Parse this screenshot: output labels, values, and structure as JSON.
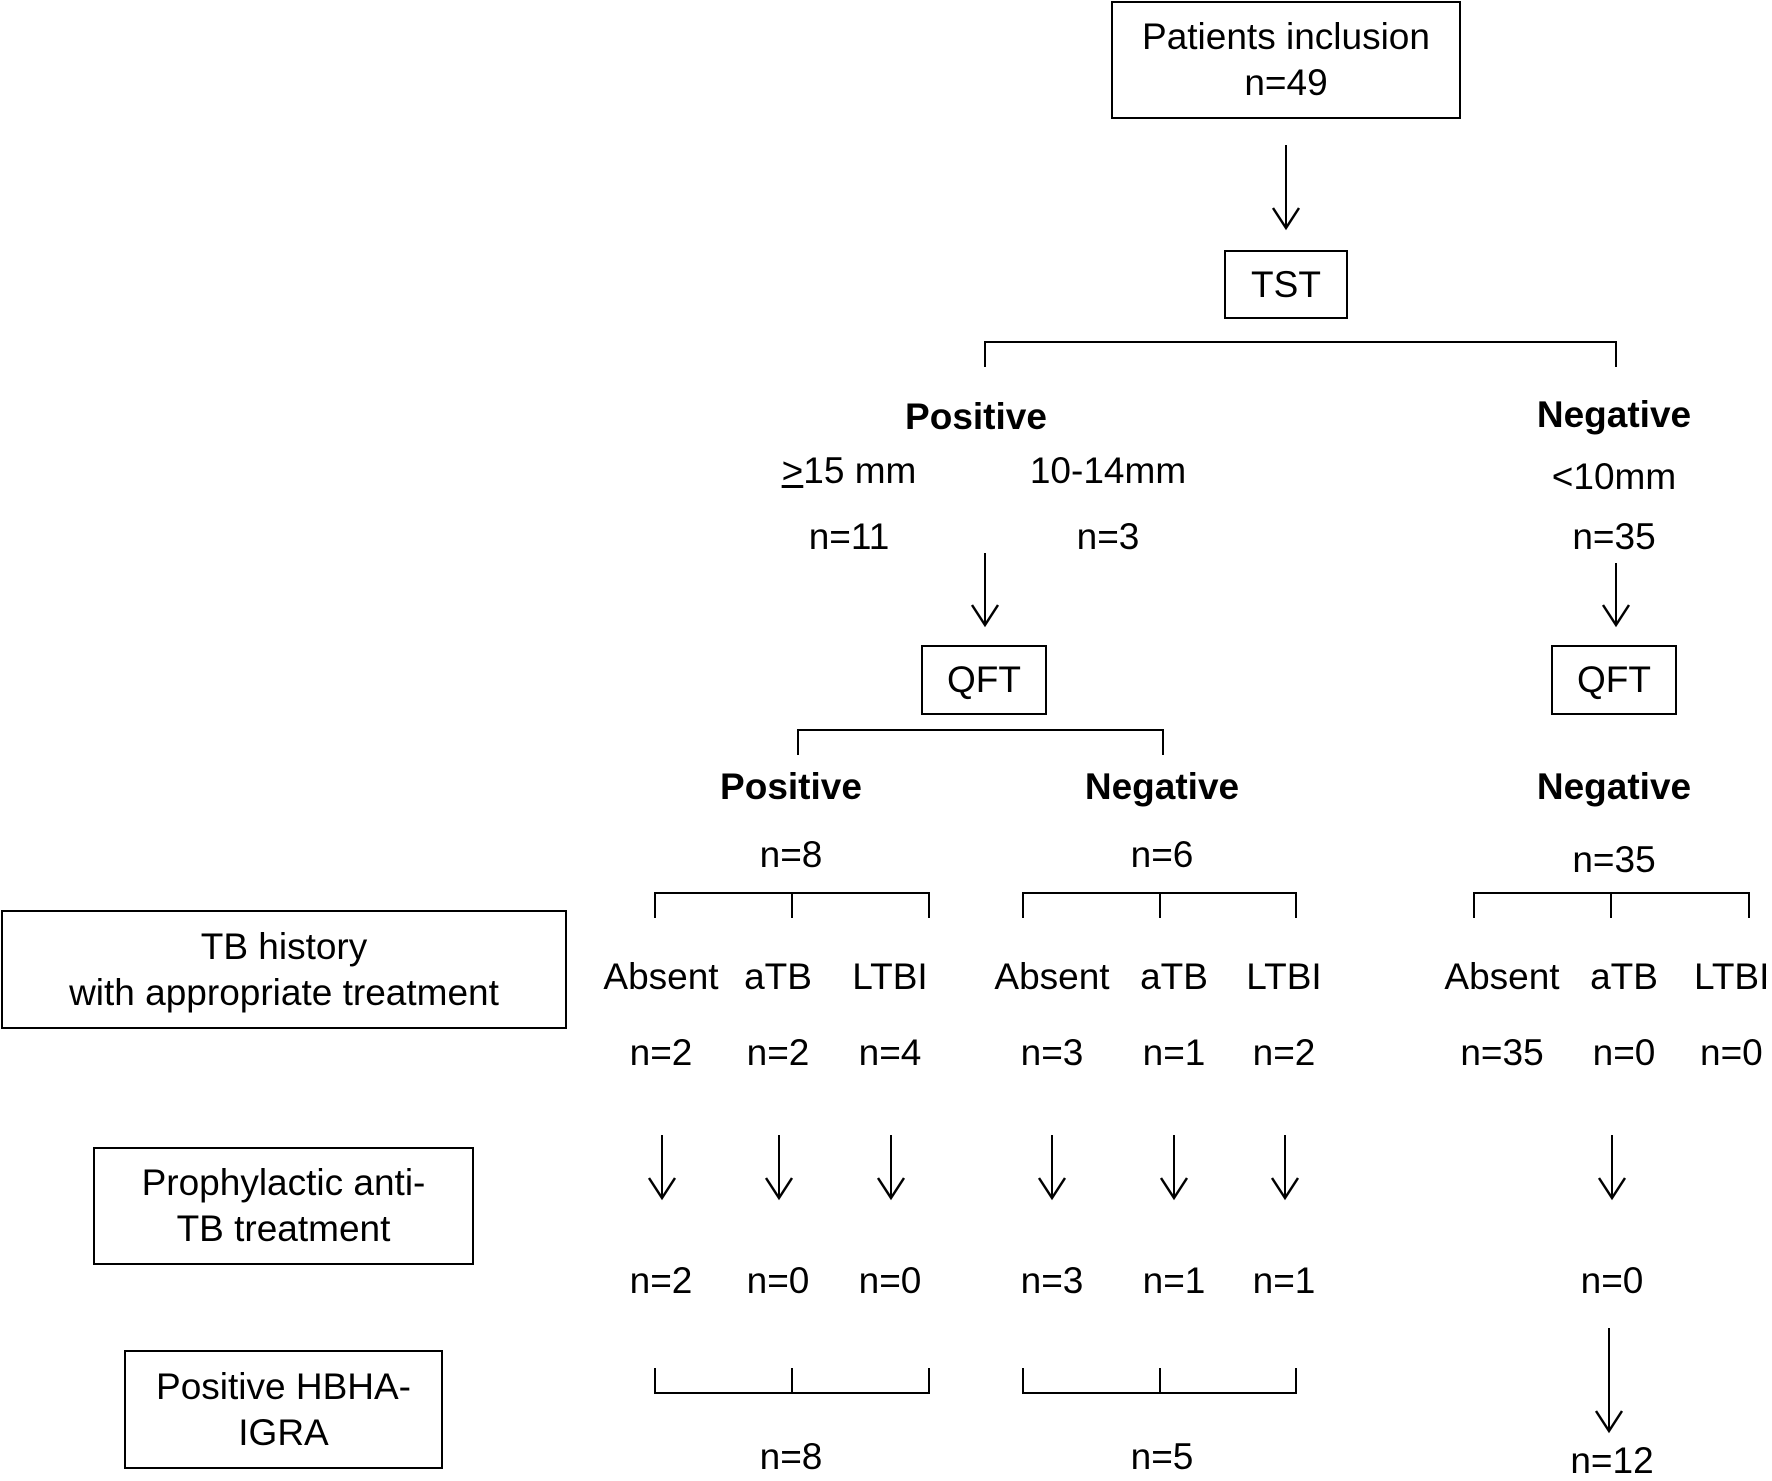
{
  "colors": {
    "stroke": "#000000",
    "background": "#ffffff",
    "text": "#000000"
  },
  "boxes": {
    "inclusion_title": "Patients inclusion",
    "inclusion_n": "n=49",
    "tst": "TST",
    "qft_left": "QFT",
    "qft_right": "QFT",
    "tb_history_line1": "TB history",
    "tb_history_line2": "with appropriate treatment",
    "prophylactic_line1": "Prophylactic anti-",
    "prophylactic_line2": "TB treatment",
    "hbha_line1": "Positive HBHA-",
    "hbha_line2": "IGRA"
  },
  "tst": {
    "positive": {
      "label": "Positive",
      "sub1_symbol": ">",
      "sub1_label": "15 mm",
      "sub1_n": "n=11",
      "sub2_label": "10-14mm",
      "sub2_n": "n=3"
    },
    "negative": {
      "label": "Negative",
      "sub_label": "<10mm",
      "n": "n=35"
    }
  },
  "qft": {
    "left_positive": {
      "label": "Positive",
      "n": "n=8"
    },
    "left_negative": {
      "label": "Negative",
      "n": "n=6"
    },
    "right_negative": {
      "label": "Negative",
      "n": "n=35"
    }
  },
  "groups": [
    {
      "categories": [
        "Absent",
        "aTB",
        "LTBI"
      ],
      "history_n": [
        "n=2",
        "n=2",
        "n=4"
      ],
      "prophylactic_n": [
        "n=2",
        "n=0",
        "n=0"
      ],
      "hbha_n": "n=8"
    },
    {
      "categories": [
        "Absent",
        "aTB",
        "LTBI"
      ],
      "history_n": [
        "n=3",
        "n=1",
        "n=2"
      ],
      "prophylactic_n": [
        "n=3",
        "n=1",
        "n=1"
      ],
      "hbha_n": "n=5"
    },
    {
      "categories": [
        "Absent",
        "aTB",
        "LTBI"
      ],
      "history_n": [
        "n=35",
        "n=0",
        "n=0"
      ],
      "prophylactic_n": "n=0",
      "hbha_n": "n=12"
    }
  ]
}
